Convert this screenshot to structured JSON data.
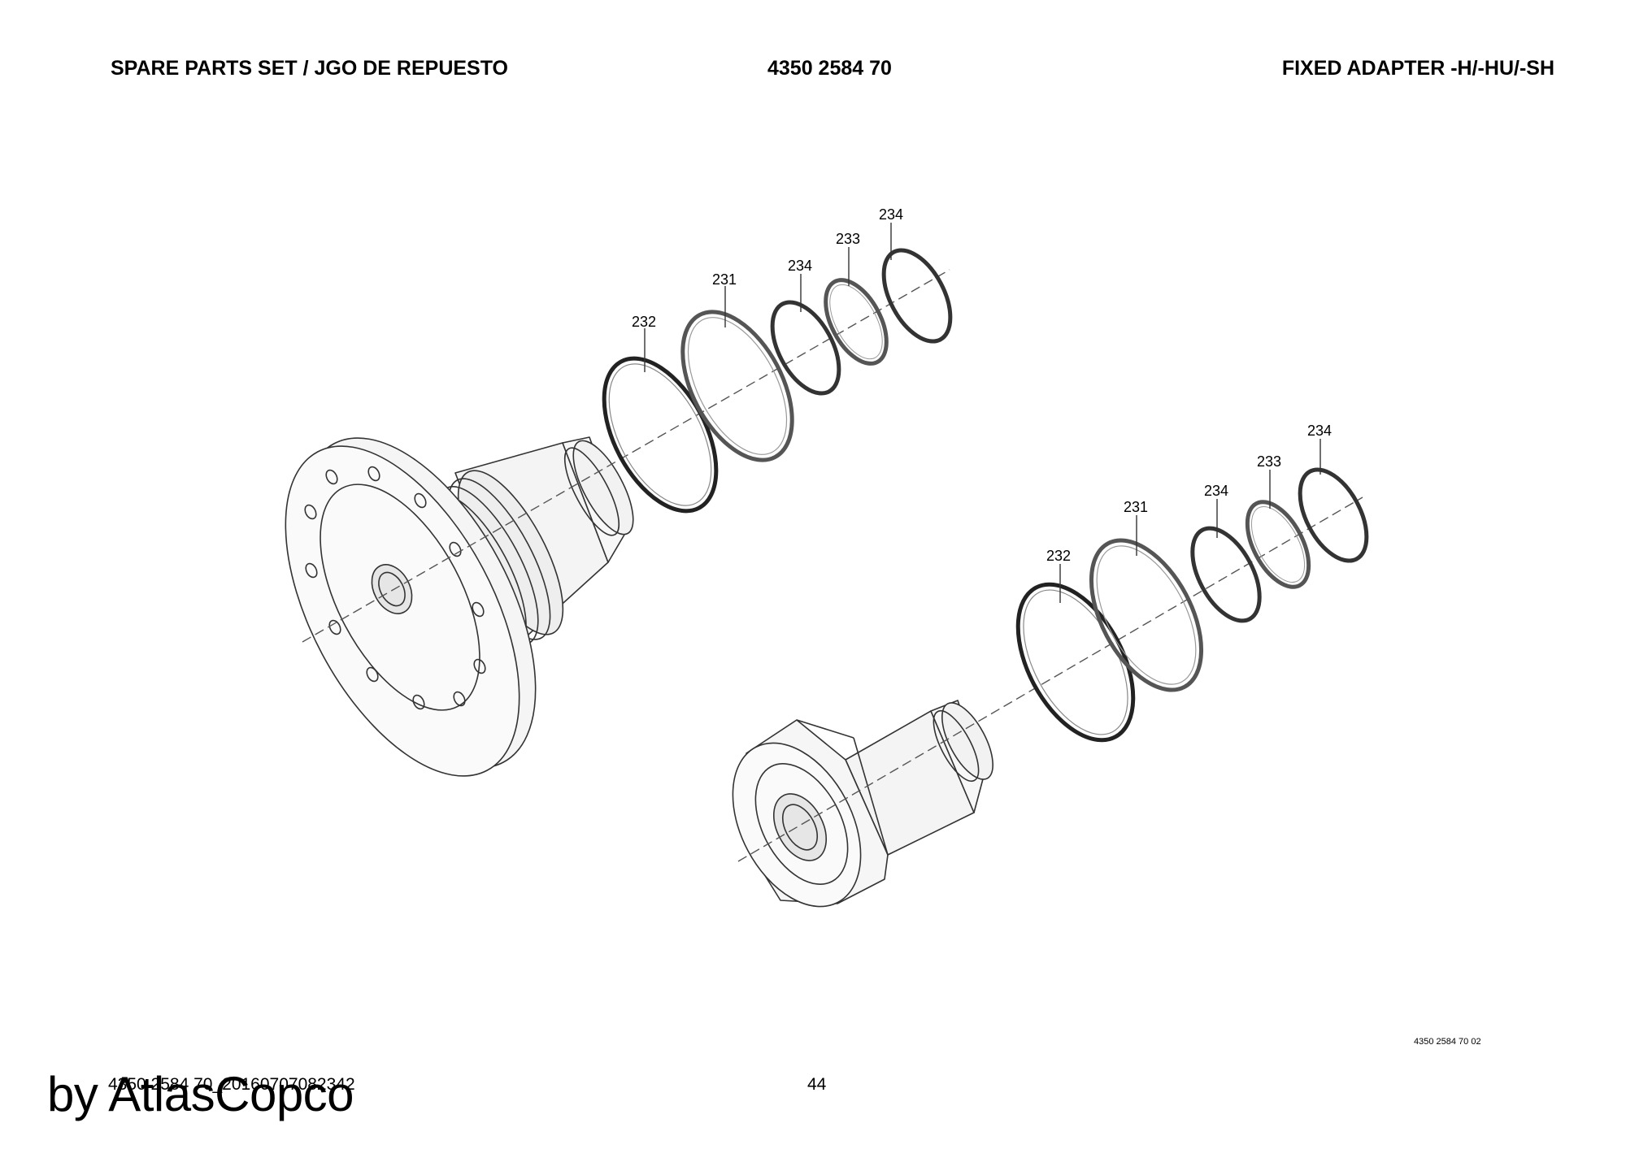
{
  "header": {
    "left": "SPARE PARTS SET / JGO DE REPUESTO",
    "center": "4350 2584 70",
    "right": "FIXED ADAPTER -H/-HU/-SH"
  },
  "callouts": {
    "top": [
      "232",
      "231",
      "234",
      "233",
      "234"
    ],
    "bottom": [
      "232",
      "231",
      "234",
      "233",
      "234"
    ]
  },
  "footer": {
    "drawing_id": "4350 2584 70 02",
    "document_ref": "4350 2584 70_20160707082342",
    "page_number": "44"
  },
  "watermark": "by AtlasCopco"
}
